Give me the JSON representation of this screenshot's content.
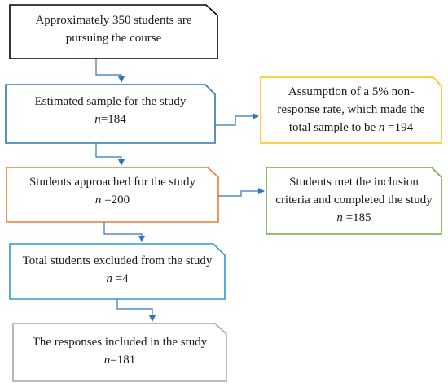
{
  "boxes": [
    {
      "id": "total_students",
      "color": "#000000",
      "lines": [
        "Approximately 350 students are",
        "pursuing the course"
      ],
      "n_label": "",
      "n_value": ""
    },
    {
      "id": "estimated_sample",
      "color": "#2e75b6",
      "lines": [
        "Estimated sample for the study"
      ],
      "n_label": "n",
      "n_value": "=184"
    },
    {
      "id": "non_response",
      "color": "#ffc000",
      "lines": [
        "Assumption of a 5% non-",
        "response rate, which made the"
      ],
      "last_prefix": "total sample to be ",
      "n_label": "n",
      "n_value": " =194"
    },
    {
      "id": "approached",
      "color": "#ed7d31",
      "lines": [
        "Students approached for the study"
      ],
      "n_label": "n",
      "n_value": " =200"
    },
    {
      "id": "met_criteria",
      "color": "#70ad47",
      "lines": [
        "Students met the inclusion",
        "criteria and completed the study"
      ],
      "n_label": "n",
      "n_value": " =185"
    },
    {
      "id": "excluded",
      "color": "#2e9bd6",
      "lines": [
        "Total students excluded from the study"
      ],
      "n_label": "n",
      "n_value": " =4"
    },
    {
      "id": "included",
      "color": "#a6a6a6",
      "lines": [
        "The responses included in the study"
      ],
      "n_label": "n",
      "n_value": "=181"
    }
  ],
  "arrow_color": "#2e75b6"
}
